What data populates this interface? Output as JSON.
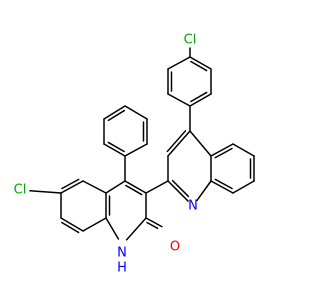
{
  "structure": {
    "atom_labels": {
      "cl_top": "Cl",
      "cl_left": "Cl",
      "n_quinoline": "N",
      "n_quinolinone": "N",
      "h_quinolinone": "H",
      "o_carbonyl": "O"
    },
    "colors": {
      "bond": "#000000",
      "nitrogen": "#0000ff",
      "oxygen": "#ff0000",
      "chlorine": "#00aa00",
      "background": "#ffffff"
    }
  }
}
